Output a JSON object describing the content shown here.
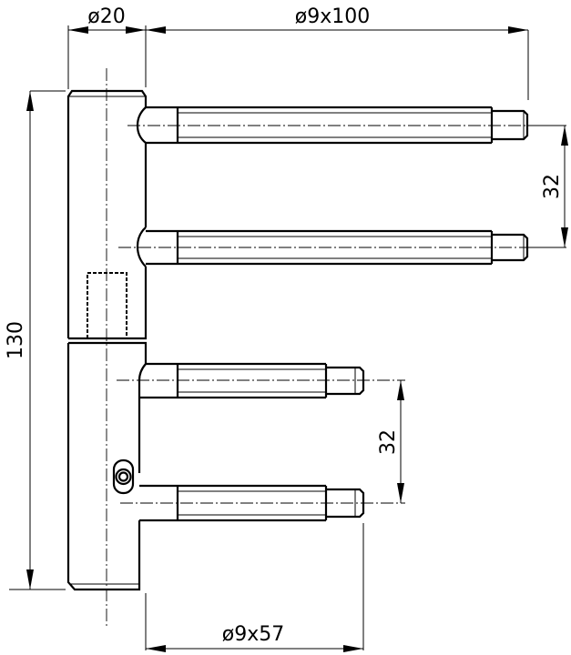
{
  "drawing": {
    "subject": "3-part concealed drill-in hinge technical drawing",
    "dimensions": {
      "barrel_diameter": "ø20",
      "long_pin": "ø9x100",
      "short_pin": "ø9x57",
      "upper_pin_spacing": "32",
      "lower_pin_spacing": "32",
      "total_height": "130"
    },
    "colors": {
      "line": "#000000",
      "background": "#ffffff"
    }
  }
}
